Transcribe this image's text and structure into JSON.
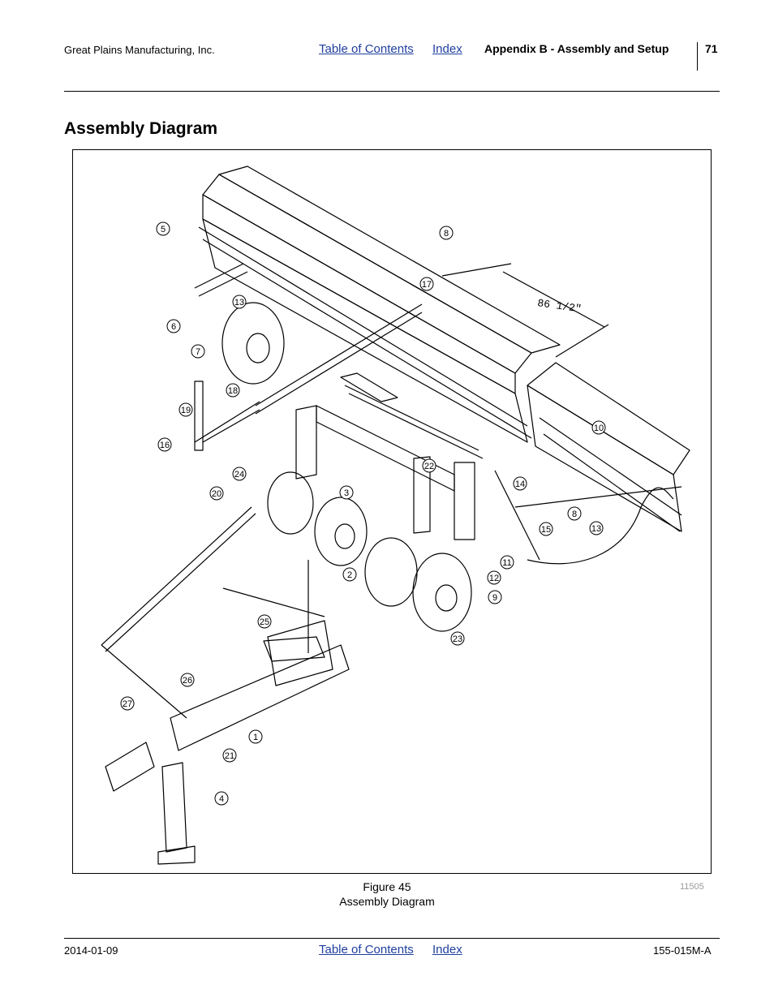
{
  "header": {
    "company": "Great Plains Manufacturing, Inc.",
    "toc_link": "Table of Contents",
    "index_link": "Index",
    "section": "Appendix B - Assembly and Setup",
    "page_number": "71"
  },
  "heading": "Assembly Diagram",
  "figure": {
    "number": "Figure 45",
    "title": "Assembly Diagram",
    "code": "11505",
    "dimension": "86 1/2\"",
    "callouts": [
      "5",
      "6",
      "7",
      "13",
      "8",
      "17",
      "18",
      "19",
      "16",
      "24",
      "20",
      "10",
      "14",
      "22",
      "3",
      "15",
      "8",
      "13",
      "11",
      "2",
      "12",
      "9",
      "25",
      "23",
      "26",
      "27",
      "1",
      "21",
      "4"
    ]
  },
  "footer": {
    "date": "2014-01-09",
    "toc_link": "Table of Contents",
    "index_link": "Index",
    "doc_number": "155-015M-A"
  },
  "colors": {
    "link": "#1f3f9f",
    "code": "#9a9a9a"
  }
}
